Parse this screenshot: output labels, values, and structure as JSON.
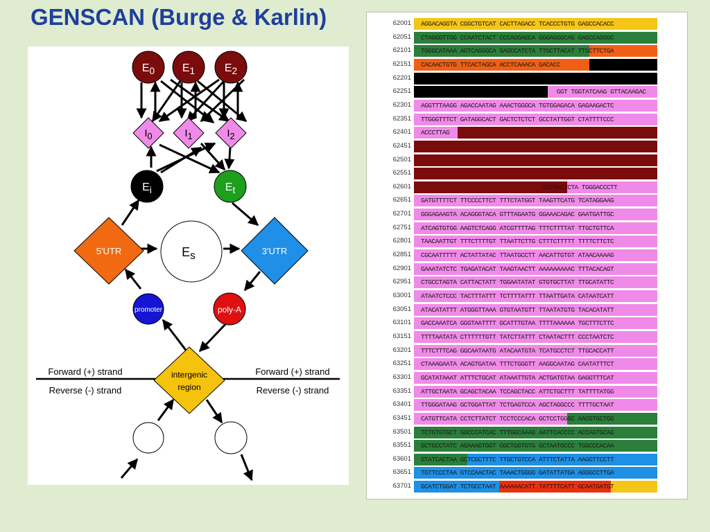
{
  "title": "GENSCAN (Burge & Karlin)",
  "colors": {
    "exon_dark": "#7a0c0c",
    "intron": "#f08ae8",
    "initial_exon": "#000000",
    "terminal_exon": "#1d9e1d",
    "utr5": "#f16a12",
    "utr3": "#1f8fe8",
    "promoter": "#1515d4",
    "polyA": "#e01010",
    "intergenic": "#f5c20d",
    "seq_yellow": "#f5c518",
    "seq_green": "#2a7f3a",
    "seq_orange": "#f15f16",
    "seq_black": "#000000",
    "seq_pink": "#f08ae8",
    "seq_darkred": "#7a0c0c",
    "seq_blue": "#1e90e6",
    "seq_red": "#ee2f0c"
  },
  "diagram": {
    "exons": [
      {
        "label": "E",
        "sub": "0"
      },
      {
        "label": "E",
        "sub": "1"
      },
      {
        "label": "E",
        "sub": "2"
      }
    ],
    "introns": [
      {
        "label": "I",
        "sub": "0"
      },
      {
        "label": "I",
        "sub": "1"
      },
      {
        "label": "I",
        "sub": "2"
      }
    ],
    "initial_exon": {
      "label": "E",
      "sub": "i"
    },
    "terminal_exon": {
      "label": "E",
      "sub": "t"
    },
    "single_exon": {
      "label": "E",
      "sub": "s"
    },
    "utr5": "5'UTR",
    "utr3": "3'UTR",
    "promoter": "promoter",
    "polyA": "poly-A",
    "intergenic_line1": "intergenic",
    "intergenic_line2": "region",
    "strand_forward_left": "Forward (+) strand",
    "strand_reverse_left": "Reverse (-) strand",
    "strand_forward_right": "Forward (+) strand",
    "strand_reverse_right": "Reverse (-) strand"
  },
  "sequence": [
    {
      "pos": "62001",
      "seq": "AGGACAGGTA CGGCTGTCAT CACTTAGACC TCACCCTGTG GAGCCACACC",
      "segs": [
        [
          "seq_yellow",
          100
        ]
      ]
    },
    {
      "pos": "62051",
      "seq": "CTAGGGTTGG CCAATCTACT CCCAGGAGCA GGGAGGGCAG GAGCCAGGGC",
      "segs": [
        [
          "seq_green",
          100
        ]
      ]
    },
    {
      "pos": "62101",
      "seq": "TGGGCATAAA AGTCAGGGCA GAGCCATCTA TTGCTTACAT TTGCTTCTGA",
      "segs": [
        [
          "seq_green",
          72
        ],
        [
          "seq_orange",
          28
        ]
      ]
    },
    {
      "pos": "62151",
      "seq": "CACAACTGTG TTCACTAGCA ACCTCAAACA GACACC",
      "segs": [
        [
          "seq_orange",
          72
        ],
        [
          "seq_black",
          28
        ]
      ]
    },
    {
      "pos": "62201",
      "seq": "",
      "segs": [
        [
          "seq_black",
          100
        ]
      ]
    },
    {
      "pos": "62251",
      "seq": "                                      GGT TGGTATCAAG GTTACAAGAC",
      "segs": [
        [
          "seq_black",
          55
        ],
        [
          "seq_pink",
          45
        ]
      ]
    },
    {
      "pos": "62301",
      "seq": "AGGTTTAAGG AGACCAATAG AAACTGGGCA TGTGGAGACA GAGAAGACTC",
      "segs": [
        [
          "seq_pink",
          100
        ]
      ]
    },
    {
      "pos": "62351",
      "seq": "TTGGGTTTCT GATAGGCACT GACTCTCTCT GCCTATTGGT CTATTTTCCC",
      "segs": [
        [
          "seq_pink",
          100
        ]
      ]
    },
    {
      "pos": "62401",
      "seq": "ACCCTTAG",
      "segs": [
        [
          "seq_pink",
          18
        ],
        [
          "seq_darkred",
          82
        ]
      ]
    },
    {
      "pos": "62451",
      "seq": "",
      "segs": [
        [
          "seq_darkred",
          100
        ]
      ]
    },
    {
      "pos": "62501",
      "seq": "",
      "segs": [
        [
          "seq_darkred",
          100
        ]
      ]
    },
    {
      "pos": "62551",
      "seq": "",
      "segs": [
        [
          "seq_darkred",
          100
        ]
      ]
    },
    {
      "pos": "62601",
      "seq": "                                  GGTGAGTCTA TGGGACCCTT",
      "segs": [
        [
          "seq_darkred",
          63
        ],
        [
          "seq_pink",
          37
        ]
      ]
    },
    {
      "pos": "62651",
      "seq": "GATGTTTTCT TTCCCCTTCT TTTCTATGGT TAAGTTCATG TCATAGGAAG",
      "segs": [
        [
          "seq_pink",
          100
        ]
      ]
    },
    {
      "pos": "62701",
      "seq": "GGGAGAAGTA ACAGGGTACA GTTTAGAATG GGAAACAGAC GAATGATTGC",
      "segs": [
        [
          "seq_pink",
          100
        ]
      ]
    },
    {
      "pos": "62751",
      "seq": "ATCAGTGTGG AAGTCTCAGG ATCGTTTTAG TTTCTTTTAT TTGCTGTTCA",
      "segs": [
        [
          "seq_pink",
          100
        ]
      ]
    },
    {
      "pos": "62801",
      "seq": "TAACAATTGT TTTCTTTTGT TTAATTCTTG CTTTCTTTTT TTTTCTTCTC",
      "segs": [
        [
          "seq_pink",
          100
        ]
      ]
    },
    {
      "pos": "62851",
      "seq": "CGCAATTTTT ACTATTATAC TTAATGCCTT AACATTGTGT ATAACAAAAG",
      "segs": [
        [
          "seq_pink",
          100
        ]
      ]
    },
    {
      "pos": "62901",
      "seq": "GAAATATCTC TGAGATACAT TAAGTAACTT AAAAAAAAAC TTTACACAGT",
      "segs": [
        [
          "seq_pink",
          100
        ]
      ]
    },
    {
      "pos": "62951",
      "seq": "CTGCCTAGTA CATTACTATT TGGAATATAT GTGTGCTTAT TTGCATATTC",
      "segs": [
        [
          "seq_pink",
          100
        ]
      ]
    },
    {
      "pos": "63001",
      "seq": "ATAATCTCCC TACTTTATTT TCTTTTATTT TTAATTGATA CATAATCATT",
      "segs": [
        [
          "seq_pink",
          100
        ]
      ]
    },
    {
      "pos": "63051",
      "seq": "ATACATATTT ATGGGTTAAA GTGTAATGTT TTAATATGTG TACACATATT",
      "segs": [
        [
          "seq_pink",
          100
        ]
      ]
    },
    {
      "pos": "63101",
      "seq": "GACCAAATCA GGGTAATTTT GCATTTGTAA TTTTAAAAAA TGCTTTCTTC",
      "segs": [
        [
          "seq_pink",
          100
        ]
      ]
    },
    {
      "pos": "63151",
      "seq": "TTTTAATATA CTTTTTTGTT TATCTTATTT CTAATACTTT CCCTAATCTC",
      "segs": [
        [
          "seq_pink",
          100
        ]
      ]
    },
    {
      "pos": "63201",
      "seq": "TTTCTTTCAG GGCAATAATG ATACAATGTA TCATGCCTCT TTGCACCATT",
      "segs": [
        [
          "seq_pink",
          100
        ]
      ]
    },
    {
      "pos": "63251",
      "seq": "CTAAAGAATA ACAGTGATAA TTTCTGGGTT AAGGCAATAG CAATATTTCT",
      "segs": [
        [
          "seq_pink",
          100
        ]
      ]
    },
    {
      "pos": "63301",
      "seq": "GCATATAAAT ATTTCTGCAT ATAAATTGTA ACTGATGTAA GAGGTTTCAT",
      "segs": [
        [
          "seq_pink",
          100
        ]
      ]
    },
    {
      "pos": "63351",
      "seq": "ATTGCTAATA GCAGCTACAA TCCAGCTACC ATTCTGCTTT TATTTTATGG",
      "segs": [
        [
          "seq_pink",
          100
        ]
      ]
    },
    {
      "pos": "63401",
      "seq": "TTGGGATAAG GCTGGATTAT TCTGAGTCCA AGCTAGGCCC TTTTGCTAAT",
      "segs": [
        [
          "seq_pink",
          100
        ]
      ]
    },
    {
      "pos": "63451",
      "seq": "CATGTTCATA CCTCTTATCT TCCTCCCACA GCTCCTGGGC AACGTGCTGG",
      "segs": [
        [
          "seq_pink",
          63
        ],
        [
          "seq_green",
          37
        ]
      ]
    },
    {
      "pos": "63501",
      "seq": "TCTGTGTGCT GGCCCATCAC TTTGGCAAAG AATTCACCCC ACCAGTGCAG",
      "segs": [
        [
          "seq_green",
          100
        ]
      ]
    },
    {
      "pos": "63551",
      "seq": "GCTGCCTATC AGAAAGTGGT GGCTGGTGTG GCTAATGCCC TGGCCCACAA",
      "segs": [
        [
          "seq_green",
          100
        ]
      ]
    },
    {
      "pos": "63601",
      "seq": "GTATCACTAA GCTCGCTTTC TTGCTGTCCA ATTTCTATTA AAGGTTCCTT",
      "segs": [
        [
          "seq_green",
          22
        ],
        [
          "seq_blue",
          78
        ]
      ]
    },
    {
      "pos": "63651",
      "seq": "TGTTCCCTAA GTCCAACTAC TAAACTGGGG GATATTATGA AGGGCCTTGA",
      "segs": [
        [
          "seq_blue",
          100
        ]
      ]
    },
    {
      "pos": "63701",
      "seq": "GCATCTGGAT TCTGCCTAAT AAAAAACATT TATTTTCATT GCAATGATGT",
      "segs": [
        [
          "seq_blue",
          35
        ],
        [
          "seq_red",
          46
        ],
        [
          "seq_yellow",
          19
        ]
      ]
    }
  ]
}
